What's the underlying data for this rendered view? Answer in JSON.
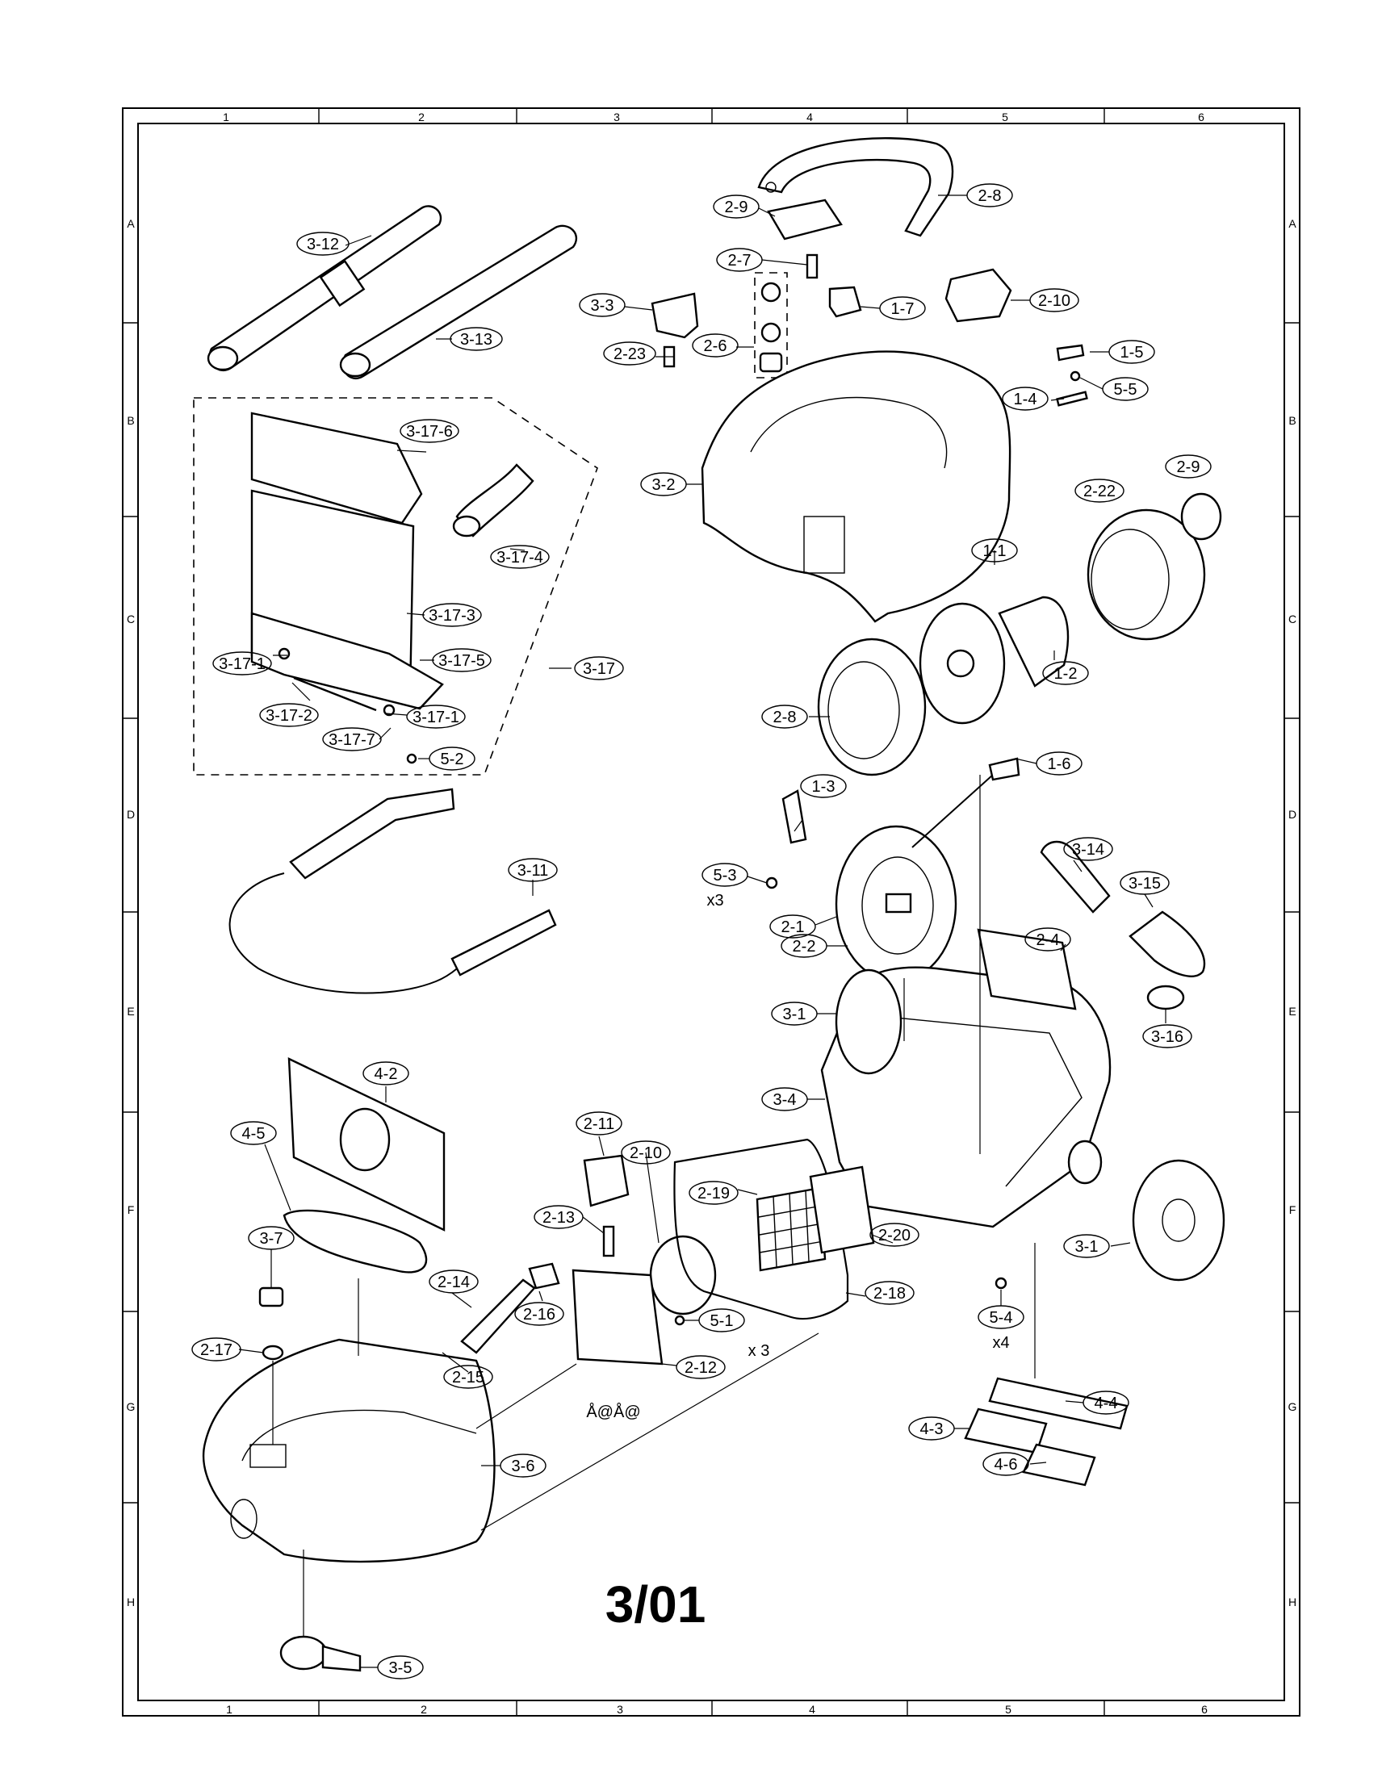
{
  "grid": {
    "columns": [
      "1",
      "2",
      "3",
      "4",
      "5",
      "6"
    ],
    "rows": [
      "A",
      "B",
      "C",
      "D",
      "E",
      "F",
      "G",
      "H"
    ]
  },
  "callouts": [
    {
      "id": "c-2-8-top",
      "label": "2-8"
    },
    {
      "id": "c-2-9-top",
      "label": "2-9"
    },
    {
      "id": "c-3-12",
      "label": "3-12"
    },
    {
      "id": "c-2-7",
      "label": "2-7"
    },
    {
      "id": "c-3-3",
      "label": "3-3"
    },
    {
      "id": "c-1-7",
      "label": "1-7"
    },
    {
      "id": "c-2-10-top",
      "label": "2-10"
    },
    {
      "id": "c-3-13",
      "label": "3-13"
    },
    {
      "id": "c-2-6",
      "label": "2-6"
    },
    {
      "id": "c-2-23",
      "label": "2-23"
    },
    {
      "id": "c-1-5",
      "label": "1-5"
    },
    {
      "id": "c-1-4",
      "label": "1-4"
    },
    {
      "id": "c-5-5",
      "label": "5-5"
    },
    {
      "id": "c-3-17-6",
      "label": "3-17-6"
    },
    {
      "id": "c-2-9-right",
      "label": "2-9"
    },
    {
      "id": "c-3-2",
      "label": "3-2"
    },
    {
      "id": "c-2-22",
      "label": "2-22"
    },
    {
      "id": "c-3-17-4",
      "label": "3-17-4"
    },
    {
      "id": "c-1-1",
      "label": "1-1"
    },
    {
      "id": "c-3-17-3",
      "label": "3-17-3"
    },
    {
      "id": "c-3-17-5",
      "label": "3-17-5"
    },
    {
      "id": "c-3-17-1-a",
      "label": "3-17-1"
    },
    {
      "id": "c-3-17",
      "label": "3-17"
    },
    {
      "id": "c-1-2",
      "label": "1-2"
    },
    {
      "id": "c-3-17-2",
      "label": "3-17-2"
    },
    {
      "id": "c-3-17-1-b",
      "label": "3-17-1"
    },
    {
      "id": "c-3-17-7",
      "label": "3-17-7"
    },
    {
      "id": "c-5-2",
      "label": "5-2"
    },
    {
      "id": "c-2-8-mid",
      "label": "2-8"
    },
    {
      "id": "c-1-6",
      "label": "1-6"
    },
    {
      "id": "c-1-3",
      "label": "1-3"
    },
    {
      "id": "c-3-11",
      "label": "3-11"
    },
    {
      "id": "c-5-3",
      "label": "5-3"
    },
    {
      "id": "c-3-14",
      "label": "3-14"
    },
    {
      "id": "c-3-15",
      "label": "3-15"
    },
    {
      "id": "c-2-1",
      "label": "2-1"
    },
    {
      "id": "c-2-4",
      "label": "2-4"
    },
    {
      "id": "c-2-2",
      "label": "2-2"
    },
    {
      "id": "c-3-1-left",
      "label": "3-1"
    },
    {
      "id": "c-3-16",
      "label": "3-16"
    },
    {
      "id": "c-4-2",
      "label": "4-2"
    },
    {
      "id": "c-3-4",
      "label": "3-4"
    },
    {
      "id": "c-2-11",
      "label": "2-11"
    },
    {
      "id": "c-2-10-mid",
      "label": "2-10"
    },
    {
      "id": "c-4-5",
      "label": "4-5"
    },
    {
      "id": "c-2-19",
      "label": "2-19"
    },
    {
      "id": "c-2-13",
      "label": "2-13"
    },
    {
      "id": "c-2-20",
      "label": "2-20"
    },
    {
      "id": "c-3-1-right",
      "label": "3-1"
    },
    {
      "id": "c-3-7",
      "label": "3-7"
    },
    {
      "id": "c-2-14",
      "label": "2-14"
    },
    {
      "id": "c-2-18",
      "label": "2-18"
    },
    {
      "id": "c-2-16",
      "label": "2-16"
    },
    {
      "id": "c-5-1",
      "label": "5-1"
    },
    {
      "id": "c-5-4",
      "label": "5-4"
    },
    {
      "id": "c-2-17",
      "label": "2-17"
    },
    {
      "id": "c-2-15",
      "label": "2-15"
    },
    {
      "id": "c-2-12",
      "label": "2-12"
    },
    {
      "id": "c-4-4",
      "label": "4-4"
    },
    {
      "id": "c-4-3",
      "label": "4-3"
    },
    {
      "id": "c-3-6",
      "label": "3-6"
    },
    {
      "id": "c-4-6",
      "label": "4-6"
    },
    {
      "id": "c-3-5",
      "label": "3-5"
    }
  ],
  "quantities": {
    "q53": "x3",
    "q51": "x 3",
    "q54": "x4"
  },
  "stray_text": "Å@Å@",
  "page_code": "3/01"
}
